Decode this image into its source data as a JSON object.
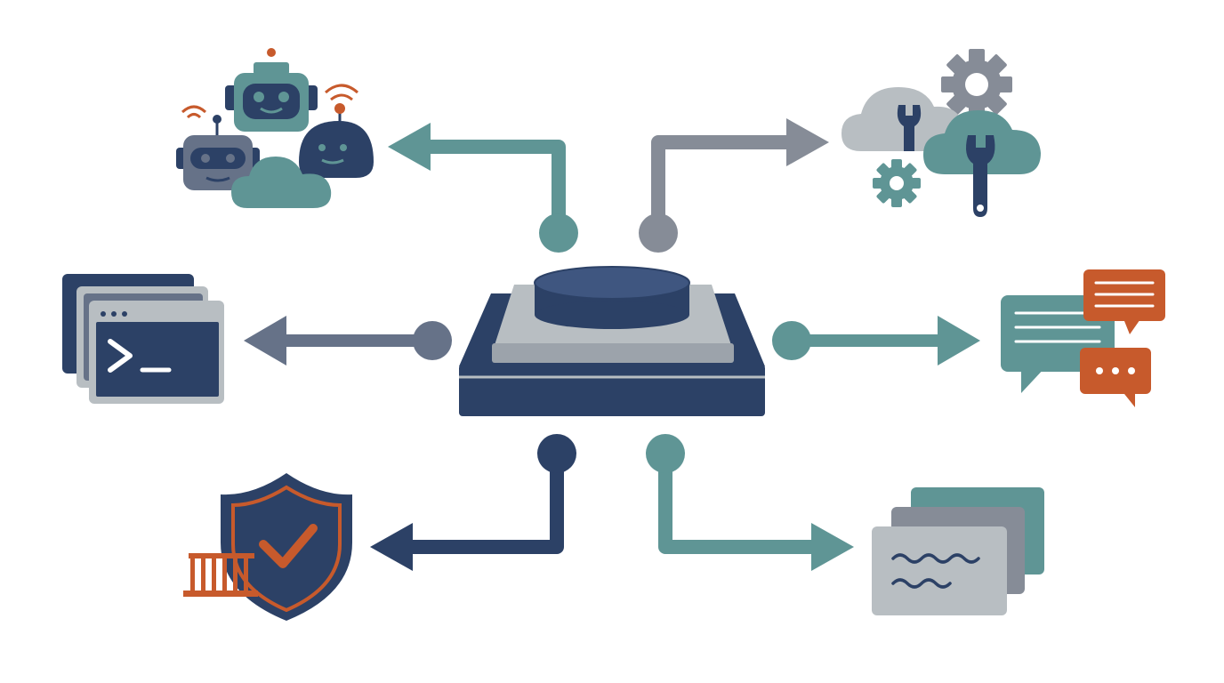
{
  "colors": {
    "navy": "#2c4166",
    "teal": "#5f9595",
    "gray": "#868c97",
    "slate": "#667288",
    "light_gray": "#b8bec2",
    "orange": "#c75a2c",
    "white": "#ffffff"
  },
  "hub": {
    "icon": "hub-platform-icon"
  },
  "nodes": [
    {
      "key": "agents",
      "icon": "robot-agents-cloud-icon",
      "connector_color": "teal",
      "direction": "outward"
    },
    {
      "key": "cloud-tools",
      "icon": "cloud-gear-wrench-icon",
      "connector_color": "gray",
      "direction": "outward"
    },
    {
      "key": "terminal",
      "icon": "terminal-windows-icon",
      "connector_color": "slate",
      "direction": "outward"
    },
    {
      "key": "chat",
      "icon": "chat-bubbles-icon",
      "connector_color": "teal",
      "direction": "outward"
    },
    {
      "key": "security",
      "icon": "shield-check-firewall-icon",
      "connector_color": "navy",
      "direction": "outward"
    },
    {
      "key": "documents",
      "icon": "stacked-documents-icon",
      "connector_color": "teal",
      "direction": "outward"
    }
  ]
}
